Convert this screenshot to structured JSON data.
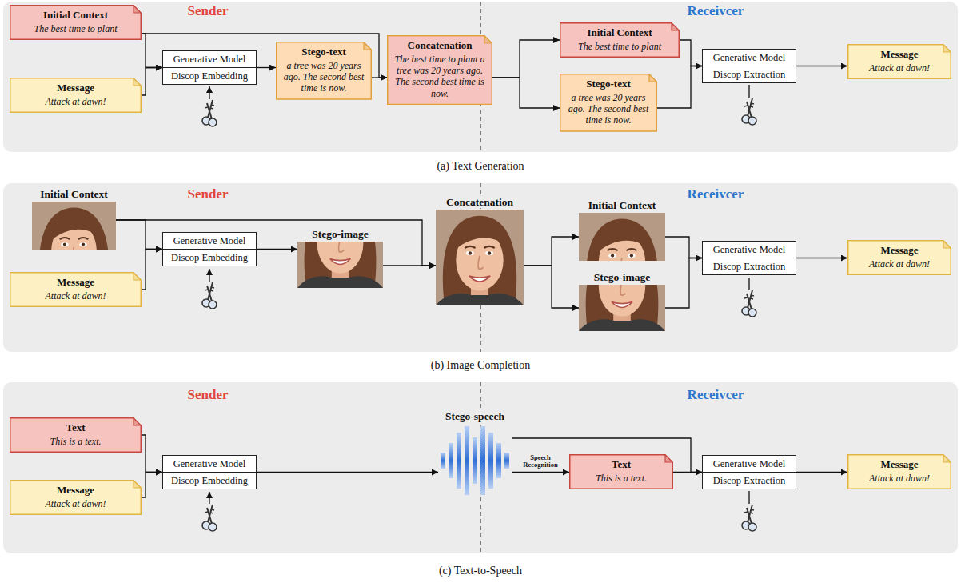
{
  "diagram": {
    "nodes": [
      {
        "text": [
          "Initial Context",
          "The best time to plant"
        ]
      },
      {
        "text": [
          "Message",
          "Attack at dawn!"
        ]
      },
      {
        "text": [
          "Generative Model",
          "Discop Embedding"
        ]
      },
      {
        "text": [
          "Stego-text",
          "a tree was 20 years ago. The second best time is now."
        ]
      },
      {
        "text": [
          "Concatenation",
          "The best time to plant a tree was 20 years ago. The second best time is now."
        ]
      },
      {
        "text": [
          "Initial Context",
          "The best time to plant"
        ]
      },
      {
        "text": [
          "Stego-text",
          "a tree was 20 years ago. The second best time is now."
        ]
      },
      {
        "text": [
          "Generative Model",
          "Discop Extraction"
        ]
      },
      {
        "text": [
          "Message",
          "Attack at dawn!"
        ]
      },
      {
        "text": [
          "Initial Context"
        ]
      },
      {
        "text": [
          "Message",
          "Attack at dawn!"
        ]
      },
      {
        "text": [
          "Generative Model",
          "Discop Embedding"
        ]
      },
      {
        "text": [
          "Stego-image"
        ]
      },
      {
        "text": [
          "Concatenation"
        ]
      },
      {
        "text": [
          "Initial Context"
        ]
      },
      {
        "text": [
          "Stego-image"
        ]
      },
      {
        "text": [
          "Generative Model",
          "Discop Extraction"
        ]
      },
      {
        "text": [
          "Message",
          "Attack at dawn!"
        ]
      },
      {
        "text": [
          "Text",
          "This is a text."
        ]
      },
      {
        "text": [
          "Message",
          "Attack at dawn!"
        ]
      },
      {
        "text": [
          "Generative Model",
          "Discop Embedding"
        ]
      },
      {
        "text": [
          "Stego-speech"
        ]
      },
      {
        "text": [
          "Text",
          "This is a text."
        ]
      },
      {
        "text": [
          "Generative Model",
          "Discop Extraction"
        ]
      },
      {
        "text": [
          "Message",
          "Attack at dawn!"
        ]
      }
    ],
    "edges": [
      {
        "from": 0,
        "to": 2,
        "arrow": "to"
      },
      {
        "from": 1,
        "to": 2,
        "arrow": "to"
      },
      {
        "from": 2,
        "to": 3,
        "arrow": "to"
      },
      {
        "from": 3,
        "to": 4,
        "arrow": "to"
      },
      {
        "from": 0,
        "to": 4,
        "arrow": "to"
      },
      {
        "from": 4,
        "to": 5,
        "arrow": "to"
      },
      {
        "from": 4,
        "to": 6,
        "arrow": "to"
      },
      {
        "from": 5,
        "to": 7,
        "arrow": "to"
      },
      {
        "from": 6,
        "to": 7,
        "arrow": "to"
      },
      {
        "from": 7,
        "to": 8,
        "arrow": "to"
      },
      {
        "from": 9,
        "to": 11,
        "arrow": "to"
      },
      {
        "from": 10,
        "to": 11,
        "arrow": "to"
      },
      {
        "from": 11,
        "to": 12,
        "arrow": "to"
      },
      {
        "from": 12,
        "to": 13,
        "arrow": "to"
      },
      {
        "from": 9,
        "to": 13,
        "arrow": "to"
      },
      {
        "from": 13,
        "to": 14,
        "arrow": "to"
      },
      {
        "from": 13,
        "to": 15,
        "arrow": "to"
      },
      {
        "from": 14,
        "to": 16,
        "arrow": "to"
      },
      {
        "from": 15,
        "to": 16,
        "arrow": "to"
      },
      {
        "from": 16,
        "to": 17,
        "arrow": "to"
      },
      {
        "from": 18,
        "to": 20,
        "arrow": "to"
      },
      {
        "from": 19,
        "to": 20,
        "arrow": "to"
      },
      {
        "from": 20,
        "to": 21,
        "arrow": "to"
      },
      {
        "from": 21,
        "to": 22,
        "label": "Speech Recognition",
        "arrow": "to"
      },
      {
        "from": 21,
        "to": 23,
        "arrow": "to"
      },
      {
        "from": 22,
        "to": 23,
        "arrow": "to"
      },
      {
        "from": 23,
        "to": 24,
        "arrow": "to"
      }
    ],
    "labels": [
      "Sender",
      "Receivcer",
      "(a) Text Generation",
      "Sender",
      "Receivcer",
      "(b) Image Completion",
      "Sender",
      "Receivcer",
      "(c) Text-to-Speech"
    ]
  }
}
